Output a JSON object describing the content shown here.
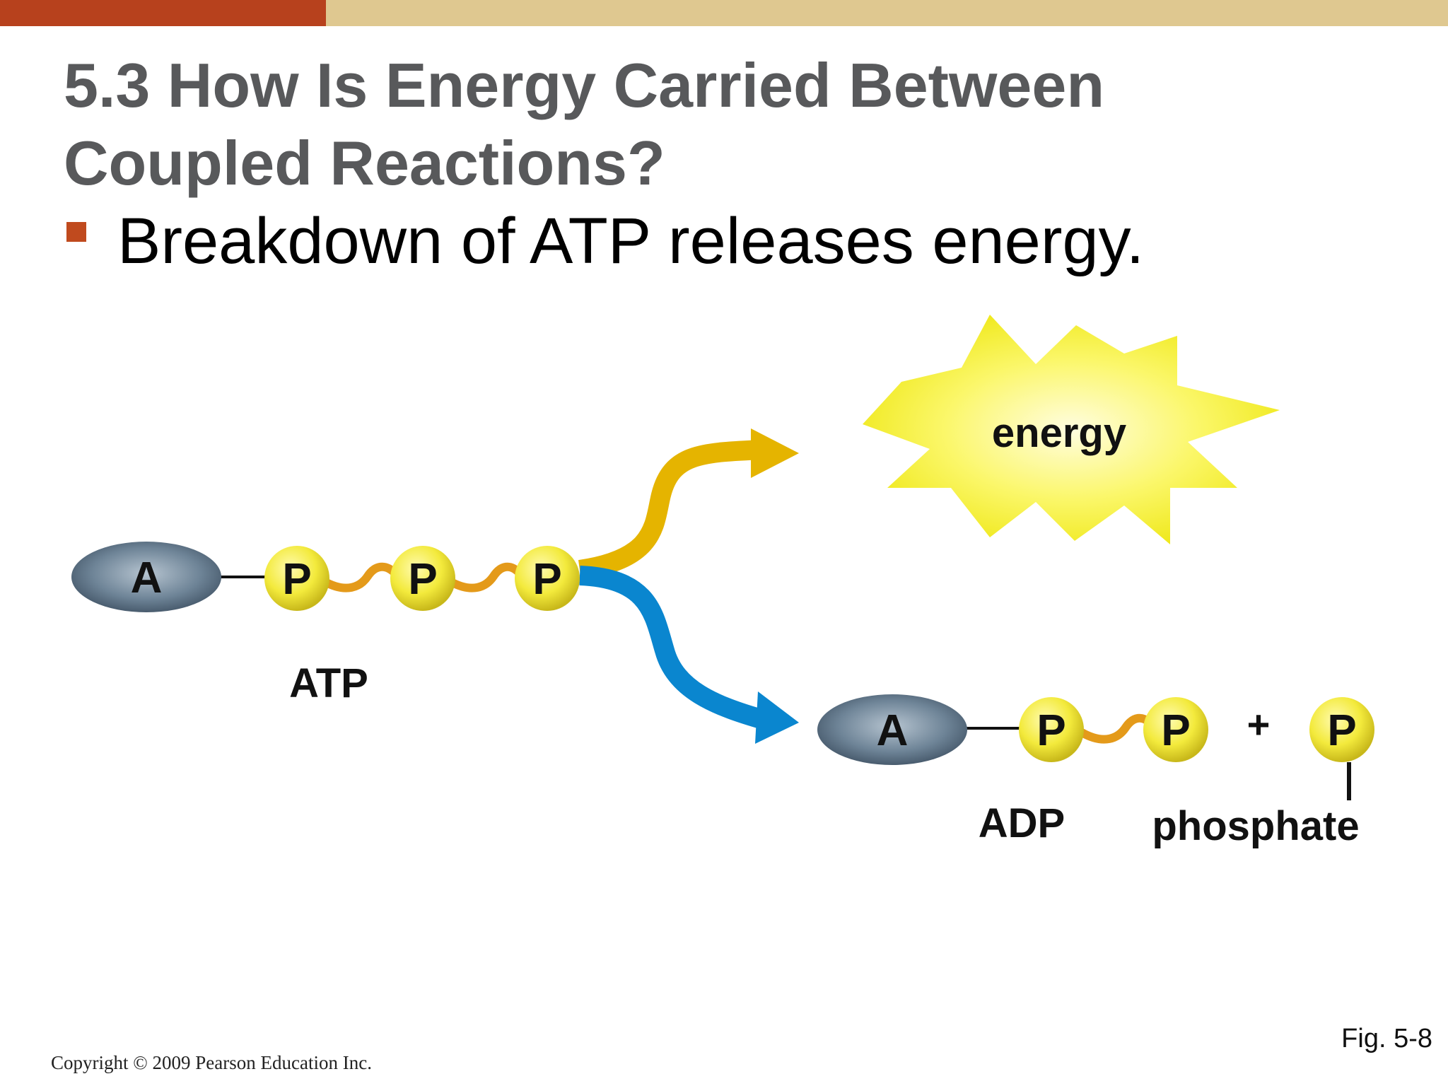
{
  "header": {
    "title_line1": "5.3 How Is Energy Carried Between",
    "title_line2": "Coupled Reactions?",
    "bullet": "Breakdown of ATP releases energy."
  },
  "diagram": {
    "energy_label": "energy",
    "atp": {
      "adenosine": "A",
      "phosphates": [
        "P",
        "P",
        "P"
      ],
      "label": "ATP"
    },
    "adp": {
      "adenosine": "A",
      "phosphates": [
        "P",
        "P"
      ],
      "label": "ADP"
    },
    "plus": "+",
    "free_phosphate": {
      "symbol": "P",
      "label": "phosphate"
    },
    "colors": {
      "energy_arrow": "#e5b400",
      "product_arrow": "#0a86cf",
      "burst": "#f2ee1a",
      "phosphate": "#ece334",
      "adenosine": "#5b7083",
      "bond": "#e49a1a"
    }
  },
  "footer": {
    "copyright": "Copyright © 2009 Pearson Education Inc.",
    "figure": "Fig. 5-8"
  }
}
